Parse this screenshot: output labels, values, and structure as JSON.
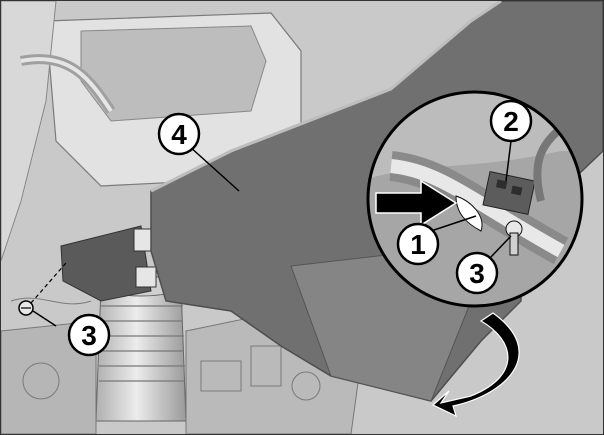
{
  "diagram": {
    "colors": {
      "background": "#c9c9c9",
      "engine_dark": "#8a8a8a",
      "engine_light": "#dedede",
      "panel": "#6e6e6e",
      "panel_edge": "#565656",
      "callout_fill": "#ffffff",
      "callout_stroke": "#000000",
      "arrow": "#000000"
    },
    "callouts": [
      {
        "id": "c4",
        "label": "4"
      },
      {
        "id": "c2",
        "label": "2"
      },
      {
        "id": "c1",
        "label": "1"
      },
      {
        "id": "c3a",
        "label": "3"
      },
      {
        "id": "c3b",
        "label": "3"
      }
    ],
    "icons": [
      "direction-arrow-icon",
      "curved-arrow-icon",
      "screw-icon"
    ]
  }
}
